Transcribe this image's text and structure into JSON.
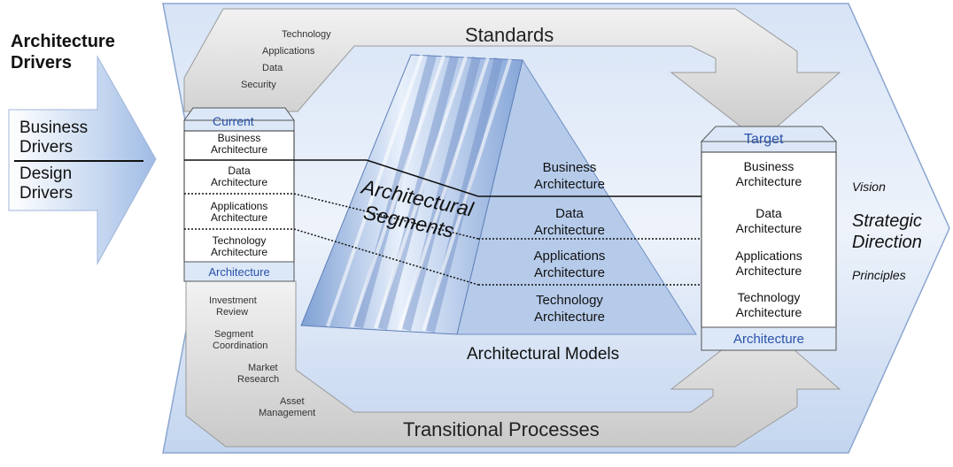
{
  "drivers": {
    "title_line1": "Architecture",
    "title_line2": "Drivers",
    "business_line1": "Business",
    "business_line2": "Drivers",
    "design_line1": "Design",
    "design_line2": "Drivers"
  },
  "standards": {
    "title": "Standards",
    "items": [
      "Technology",
      "Applications",
      "Data",
      "Security"
    ]
  },
  "transitional": {
    "title": "Transitional Processes",
    "items": [
      [
        "Investment",
        "Review"
      ],
      [
        "Segment",
        "Coordination"
      ],
      [
        "Market",
        "Research"
      ],
      [
        "Asset",
        "Management"
      ]
    ]
  },
  "current": {
    "header": "Current",
    "rows": [
      [
        "Business",
        "Architecture"
      ],
      [
        "Data",
        "Architecture"
      ],
      [
        "Applications",
        "Architecture"
      ],
      [
        "Technology",
        "Architecture"
      ]
    ],
    "footer": "Architecture"
  },
  "segments": {
    "label_line1": "Architectural",
    "label_line2": "Segments"
  },
  "models": {
    "title": "Architectural Models",
    "rows": [
      [
        "Business",
        "Architecture"
      ],
      [
        "Data",
        "Architecture"
      ],
      [
        "Applications",
        "Architecture"
      ],
      [
        "Technology",
        "Architecture"
      ]
    ]
  },
  "target": {
    "header": "Target",
    "rows": [
      [
        "Business",
        "Architecture"
      ],
      [
        "Data",
        "Architecture"
      ],
      [
        "Applications",
        "Architecture"
      ],
      [
        "Technology",
        "Architecture"
      ]
    ],
    "footer": "Architecture"
  },
  "outcomes": {
    "vision": "Vision",
    "strategic_line1": "Strategic",
    "strategic_line2": "Direction",
    "principles": "Principles"
  },
  "colors": {
    "panel_blue": "#c9daf2",
    "arrow_grey": "#d0d0d0",
    "accent_blue": "#2a52a8",
    "header_blue": "#dce8f8"
  }
}
